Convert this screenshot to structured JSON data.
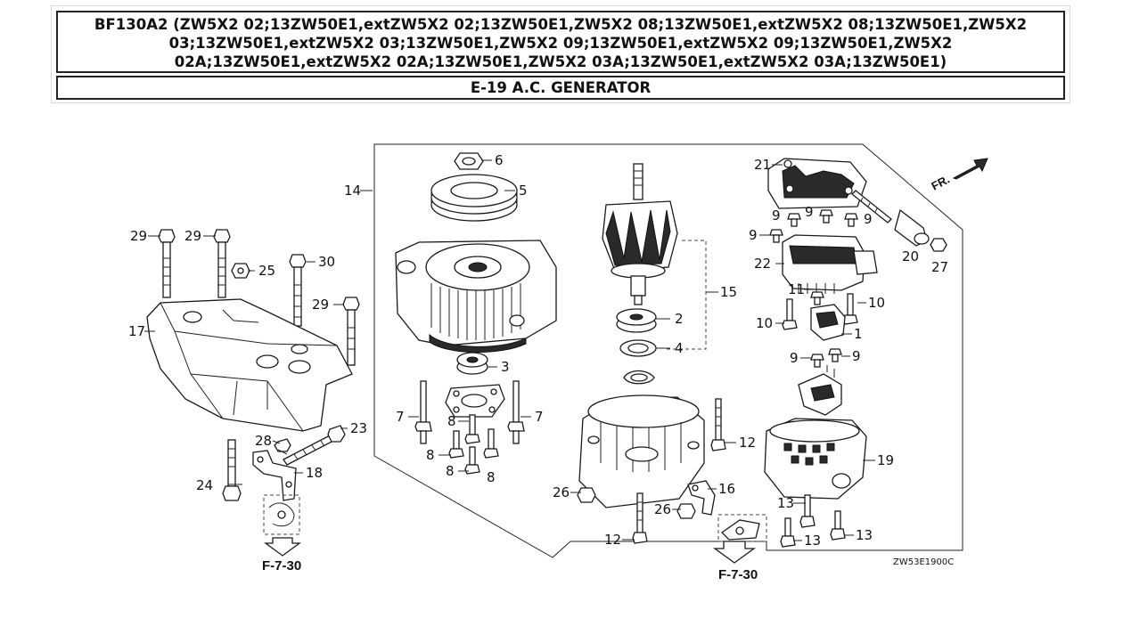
{
  "header": {
    "model_title": "BF130A2 (ZW5X2 02;13ZW50E1,extZW5X2 02;13ZW50E1,ZW5X2 08;13ZW50E1,extZW5X2 08;13ZW50E1,ZW5X2 03;13ZW50E1,extZW5X2 03;13ZW50E1,ZW5X2 09;13ZW50E1,extZW5X2 09;13ZW50E1,ZW5X2 02A;13ZW50E1,extZW5X2 02A;13ZW50E1,ZW5X2 03A;13ZW50E1,extZW5X2 03A;13ZW50E1)",
    "section_title": "E-19 A.C. GENERATOR"
  },
  "diagram": {
    "front_label": "FR.",
    "figure_code": "ZW53E1900C",
    "references": [
      "F-7-30",
      "F-7-30"
    ],
    "callouts": {
      "c1": "1",
      "c2": "2",
      "c3": "3",
      "c4": "4",
      "c5": "5",
      "c6": "6",
      "c7a": "7",
      "c7b": "7",
      "c8a": "8",
      "c8b": "8",
      "c8c": "8",
      "c8d": "8",
      "c9a": "9",
      "c9b": "9",
      "c9c": "9",
      "c9d": "9",
      "c9e": "9",
      "c9f": "9",
      "c10a": "10",
      "c10b": "10",
      "c11": "11",
      "c12a": "12",
      "c12b": "12",
      "c13a": "13",
      "c13b": "13",
      "c13c": "13",
      "c14": "14",
      "c15": "15",
      "c16": "16",
      "c17": "17",
      "c18": "18",
      "c19": "19",
      "c20": "20",
      "c21": "21",
      "c22": "22",
      "c23": "23",
      "c24": "24",
      "c25": "25",
      "c26a": "26",
      "c26b": "26",
      "c27": "27",
      "c28": "28",
      "c29a": "29",
      "c29b": "29",
      "c29c": "29",
      "c30": "30"
    }
  }
}
